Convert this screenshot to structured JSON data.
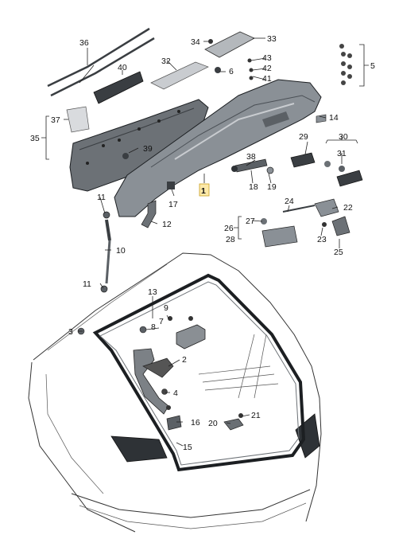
{
  "callouts": {
    "c1": "1",
    "c2": "2",
    "c3": "3",
    "c4": "4",
    "c5": "5",
    "c6": "6",
    "c7": "7",
    "c8": "8",
    "c9": "9",
    "c10": "10",
    "c11a": "11",
    "c11b": "11",
    "c12": "12",
    "c13": "13",
    "c14": "14",
    "c15": "15",
    "c16": "16",
    "c17": "17",
    "c18": "18",
    "c19": "19",
    "c20": "20",
    "c21": "21",
    "c22": "22",
    "c23": "23",
    "c24": "24",
    "c25": "25",
    "c26": "26",
    "c27": "27",
    "c28": "28",
    "c29": "29",
    "c30": "30",
    "c31": "31",
    "c32": "32",
    "c33": "33",
    "c34": "34",
    "c35": "35",
    "c36": "36",
    "c37": "37",
    "c38": "38",
    "c39": "39",
    "c40": "40",
    "c41": "41",
    "c42": "42",
    "c43": "43"
  },
  "colors": {
    "highlight_fill": "#fde9a8",
    "highlight_stroke": "#c9a020",
    "part_dark": "#4a4f55",
    "part_mid": "#8a9096",
    "part_light": "#c9ccd0",
    "line": "#222222"
  },
  "icons": [
    "bracket-icon",
    "leader-line"
  ]
}
